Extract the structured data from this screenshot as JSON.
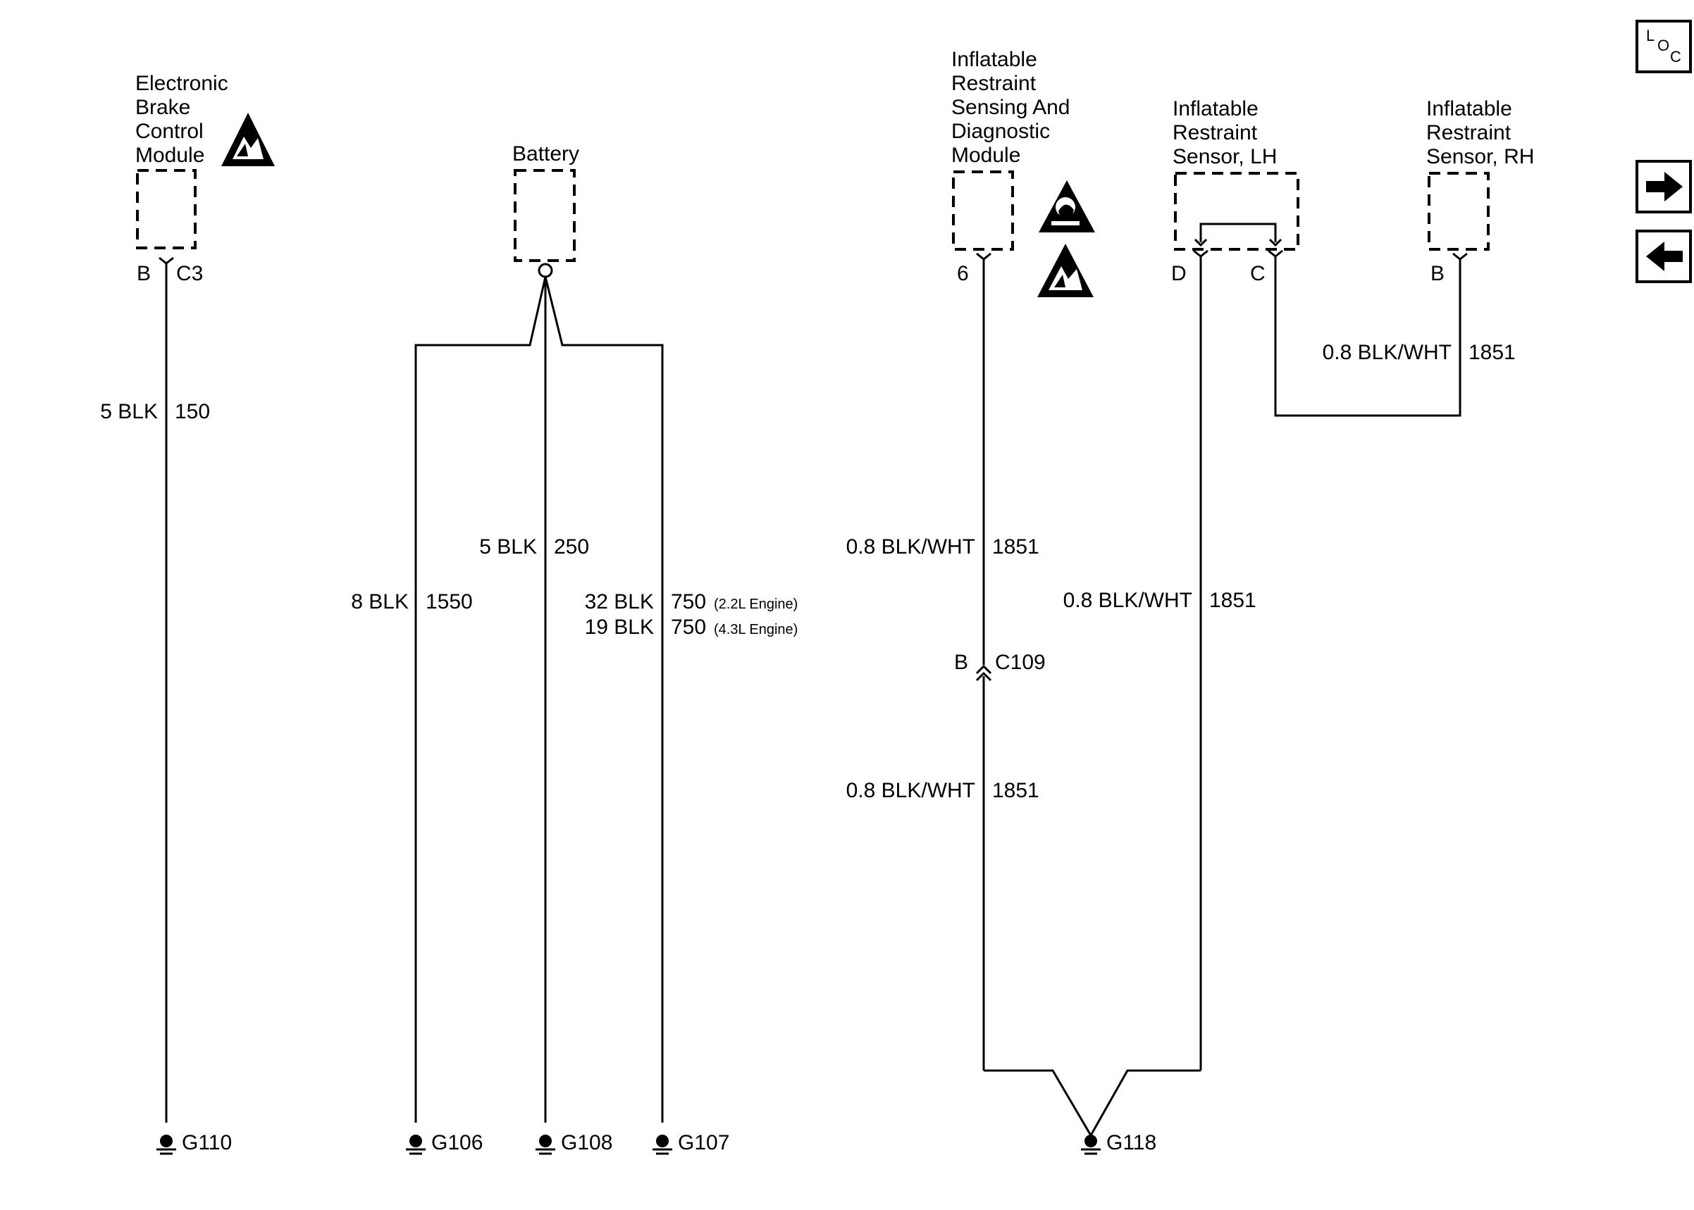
{
  "components": {
    "ebcm": [
      "Electronic",
      "Brake",
      "Control",
      "Module"
    ],
    "battery": [
      "Battery"
    ],
    "sdm": [
      "Inflatable",
      "Restraint",
      "Sensing And",
      "Diagnostic",
      "Module"
    ],
    "sensor_lh": [
      "Inflatable",
      "Restraint",
      "Sensor, LH"
    ],
    "sensor_rh": [
      "Inflatable",
      "Restraint",
      "Sensor, RH"
    ]
  },
  "pins": {
    "ebcm_pin": "B",
    "ebcm_conn": "C3",
    "sdm_pin": "6",
    "lh_pin_d": "D",
    "lh_pin_c": "C",
    "rh_pin_b": "B",
    "c109_pin": "B",
    "c109_conn": "C109"
  },
  "wires": {
    "w150": {
      "gauge": "5 BLK",
      "circuit": "150"
    },
    "w1550": {
      "gauge": "8 BLK",
      "circuit": "1550"
    },
    "w250": {
      "gauge": "5 BLK",
      "circuit": "250"
    },
    "w750a": {
      "gauge": "32 BLK",
      "circuit": "750",
      "note": "(2.2L Engine)"
    },
    "w750b": {
      "gauge": "19 BLK",
      "circuit": "750",
      "note": "(4.3L Engine)"
    },
    "w1851_sdm_upper": {
      "gauge": "0.8 BLK/WHT",
      "circuit": "1851"
    },
    "w1851_sdm_lower": {
      "gauge": "0.8 BLK/WHT",
      "circuit": "1851"
    },
    "w1851_lh": {
      "gauge": "0.8 BLK/WHT",
      "circuit": "1851"
    },
    "w1851_rh": {
      "gauge": "0.8 BLK/WHT",
      "circuit": "1851"
    }
  },
  "grounds": {
    "g110": "G110",
    "g106": "G106",
    "g108": "G108",
    "g107": "G107",
    "g118": "G118"
  },
  "nav": {
    "loc_l": "L",
    "loc_o": "O",
    "loc_c": "C",
    "next_icon": "arrow-right-icon",
    "prev_icon": "arrow-left-icon"
  },
  "icons": {
    "esd": "esd-warning-icon",
    "airbag": "airbag-warning-icon"
  }
}
